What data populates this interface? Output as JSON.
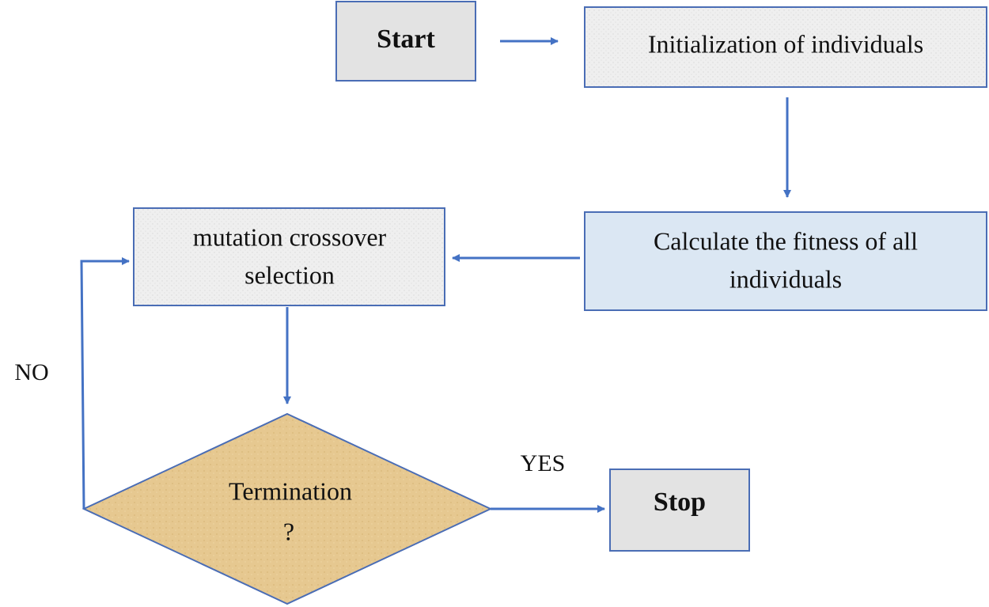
{
  "nodes": {
    "start": {
      "label": "Start"
    },
    "init": {
      "label": "Initialization of individuals"
    },
    "fitness": {
      "line1": "Calculate the fitness of all",
      "line2": "individuals"
    },
    "ops": {
      "line1": "mutation crossover",
      "line2": "selection"
    },
    "termination": {
      "line1": "Termination",
      "line2": "?"
    },
    "stop": {
      "label": "Stop"
    }
  },
  "edges": {
    "yes_label": "YES",
    "no_label": "NO"
  },
  "colors": {
    "gray_box": "#e3e3e3",
    "speckle_box": "#eeeeee",
    "blue_box": "#dbe7f3",
    "diamond": "#e6c890",
    "border": "#4a6db5",
    "arrow": "#4472c4"
  }
}
